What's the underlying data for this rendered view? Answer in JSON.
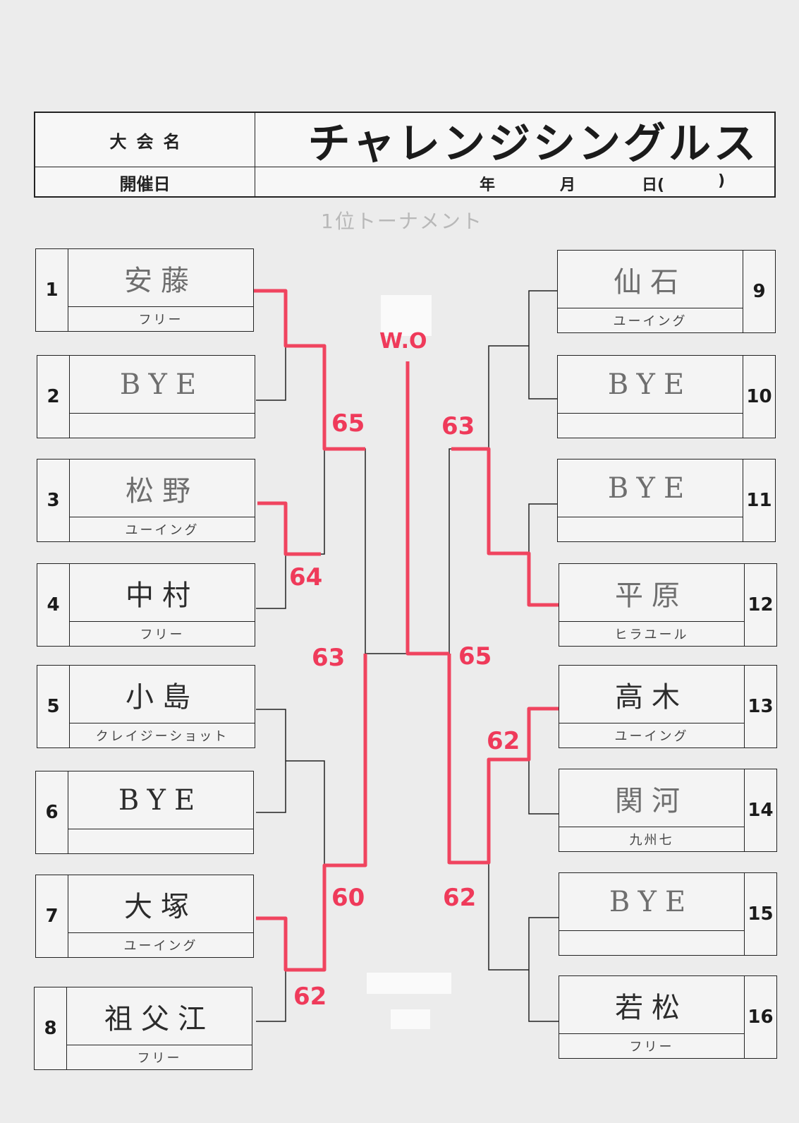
{
  "header": {
    "event_label": "大会名",
    "event_title": "チャレンジシングルス",
    "date_label": "開催日",
    "date_year": "年",
    "date_month": "月",
    "date_day": "日(",
    "date_close": ")"
  },
  "subtitle": "1位トーナメント",
  "left_players": [
    {
      "seed": "1",
      "name": "安藤",
      "club": "フリー"
    },
    {
      "seed": "2",
      "name": "BYE",
      "club": ""
    },
    {
      "seed": "3",
      "name": "松野",
      "club": "ユーイング"
    },
    {
      "seed": "4",
      "name": "中村",
      "club": "フリー"
    },
    {
      "seed": "5",
      "name": "小島",
      "club": "クレイジーショット"
    },
    {
      "seed": "6",
      "name": "BYE",
      "club": ""
    },
    {
      "seed": "7",
      "name": "大塚",
      "club": "ユーイング"
    },
    {
      "seed": "8",
      "name": "祖父江",
      "club": "フリー"
    }
  ],
  "right_players": [
    {
      "seed": "9",
      "name": "仙石",
      "club": "ユーイング"
    },
    {
      "seed": "10",
      "name": "BYE",
      "club": ""
    },
    {
      "seed": "11",
      "name": "BYE",
      "club": ""
    },
    {
      "seed": "12",
      "name": "平原",
      "club": "ヒラユール"
    },
    {
      "seed": "13",
      "name": "高木",
      "club": "ユーイング"
    },
    {
      "seed": "14",
      "name": "関河",
      "club": "九州七"
    },
    {
      "seed": "15",
      "name": "BYE",
      "club": ""
    },
    {
      "seed": "16",
      "name": "若松",
      "club": "フリー"
    }
  ],
  "scores": {
    "s65a": "65",
    "s64": "64",
    "s63a": "63",
    "s60": "60",
    "s62a": "62",
    "wo": "W.O",
    "s63b": "63",
    "s65b": "65",
    "s62b": "62",
    "s62c": "62"
  },
  "colors": {
    "winner_line": "#f0445f",
    "line": "#222222"
  }
}
